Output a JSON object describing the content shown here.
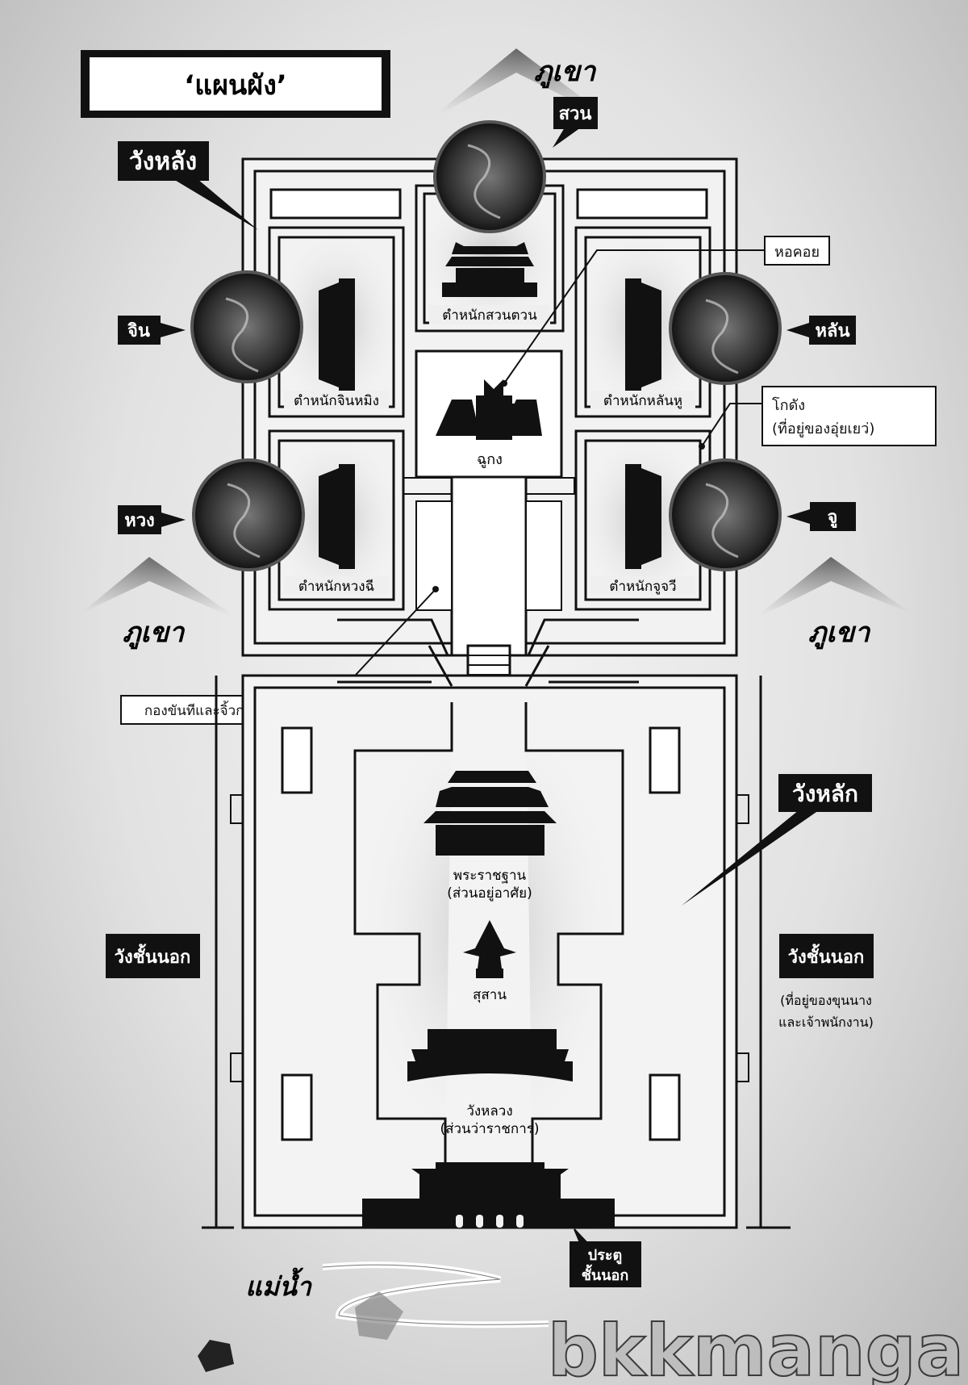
{
  "title": "‘แผนผัง’",
  "mountains": [
    "ภูเขา",
    "ภูเขา",
    "ภูเขา"
  ],
  "rear_palace": {
    "label": "วังหลัง",
    "consorts": {
      "top": "สวน",
      "left_top": "จิน",
      "right_top": "หลัน",
      "left_bottom": "หวง",
      "right_bottom": "จู"
    },
    "residences": {
      "top": "ตำหนักสวนตวน",
      "left_top": "ตำหนักจินหมิง",
      "right_top": "ตำหนักหลันหู",
      "left_bottom": "ตำหนักหวงฉี",
      "right_bottom": "ตำหนักจูจวี"
    },
    "center": "ฉูกง",
    "tower_callout": "หอคอย",
    "warehouse_callout": {
      "line1": "โกดัง",
      "line2": "(ที่อยู่ของอุ่ยเยว่)"
    },
    "eunuch_callout": "กองขันทีและจิ้วกวาน"
  },
  "main_palace": {
    "label": "วังหลัก",
    "residence": {
      "line1": "พระราชฐาน",
      "line2": "(ส่วนอยู่อาศัย)"
    },
    "mausoleum": "สุสาน",
    "royal_palace": {
      "line1": "วังหลวง",
      "line2": "(ส่วนว่าราชการ)"
    }
  },
  "outer_palace": {
    "left_label": "วังชั้นนอก",
    "right_label": "วังชั้นนอก",
    "right_note": {
      "line1": "(ที่อยู่ของขุนนาง",
      "line2": "และเจ้าพนักงาน)"
    }
  },
  "outer_gate": {
    "line1": "ประตู",
    "line2": "ชั้นนอก"
  },
  "river": "แม่น้ำ",
  "watermark": "bkkmanga",
  "colors": {
    "ink": "#111111",
    "paper": "#ececec",
    "dragon": "#3a3a3a"
  }
}
